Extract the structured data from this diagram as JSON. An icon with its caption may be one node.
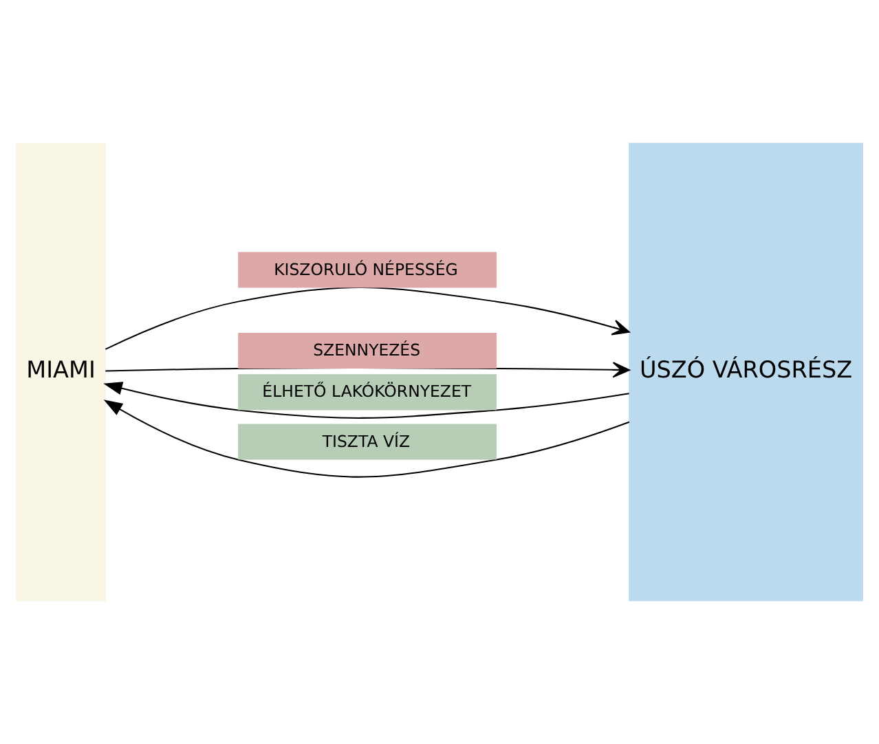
{
  "diagram": {
    "nodes": [
      {
        "text": [
          "MIAMI"
        ]
      },
      {
        "text": [
          "ÚSZÓ VÁROSRÉSZ"
        ]
      }
    ],
    "edges": [
      {
        "from": 0,
        "to": 1,
        "arrow": "to",
        "label": "KISZORULÓ NÉPESSÉG"
      },
      {
        "from": 0,
        "to": 1,
        "arrow": "to",
        "label": "SZENNYEZÉS"
      },
      {
        "from": 1,
        "to": 0,
        "arrow": "to",
        "label": "ÉLHETŐ LAKÓKÖRNYEZET"
      },
      {
        "from": 1,
        "to": 0,
        "arrow": "to",
        "label": "TISZTA VÍZ"
      }
    ]
  }
}
